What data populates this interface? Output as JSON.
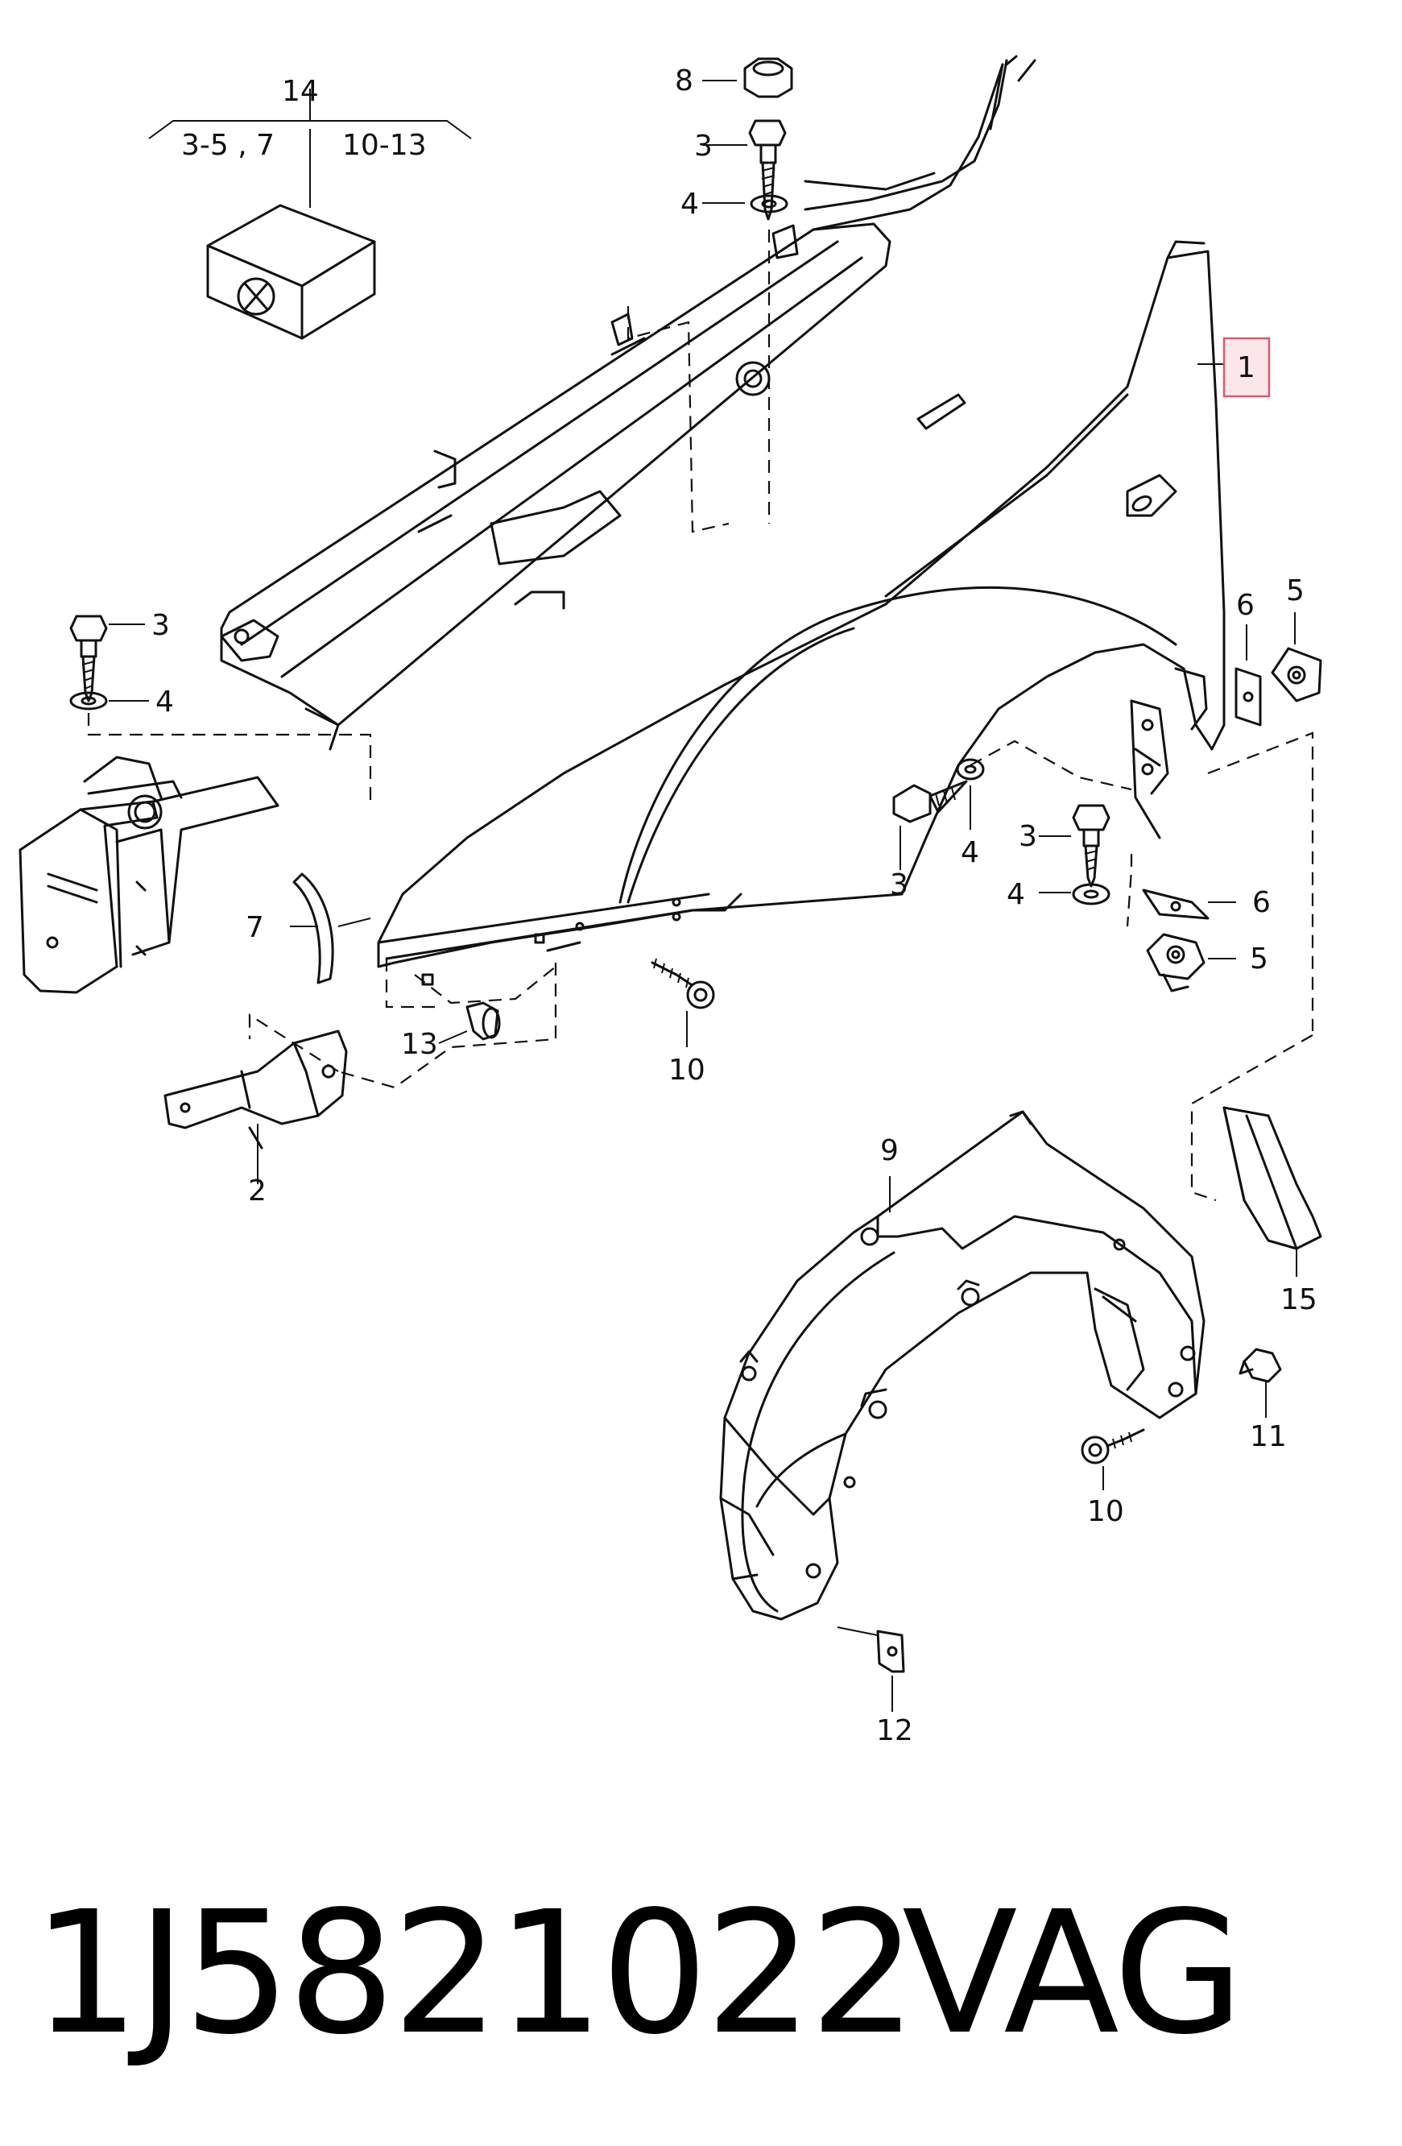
{
  "diagram": {
    "callouts": {
      "c1": "1",
      "c2": "2",
      "c3a": "3",
      "c3b": "3",
      "c3c": "3",
      "c3d": "3",
      "c4a": "4",
      "c4b": "4",
      "c4c": "4",
      "c4d": "4",
      "c5a": "5",
      "c5b": "5",
      "c6a": "6",
      "c6b": "6",
      "c7": "7",
      "c8": "8",
      "c9": "9",
      "c10a": "10",
      "c10b": "10",
      "c11": "11",
      "c12": "12",
      "c13": "13",
      "c14": "14",
      "c14_left": "3-5 , 7",
      "c14_right": "10-13",
      "c15": "15"
    },
    "highlight_color": "#d65b6c"
  },
  "footer": {
    "part_number": "1J5821022",
    "brand": "VAG"
  }
}
